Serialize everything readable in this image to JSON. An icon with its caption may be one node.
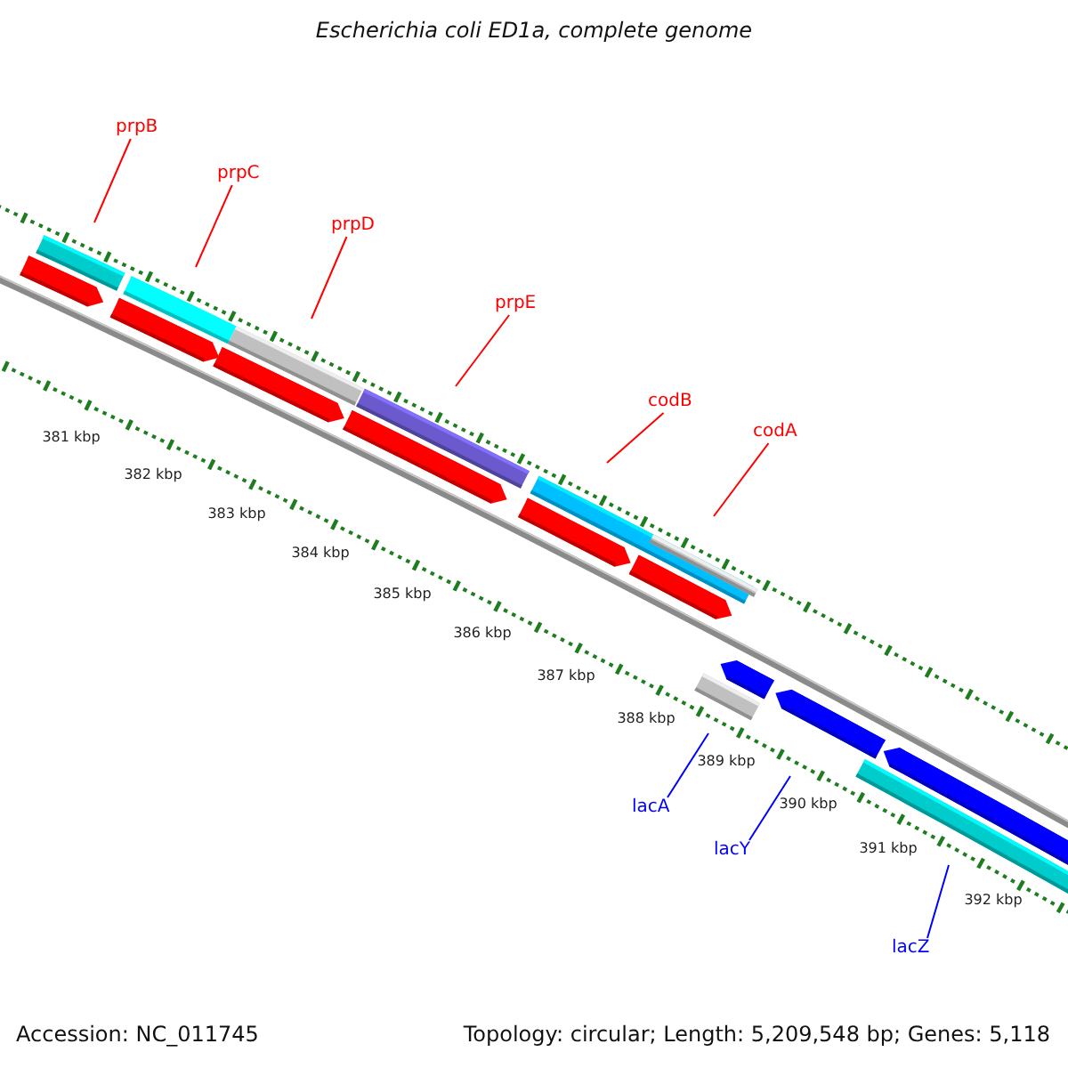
{
  "diagram": {
    "title": "Escherichia coli ED1a, complete genome",
    "nodes": [
      {
        "text": [
          "prpB"
        ]
      },
      {
        "text": [
          "prpC"
        ]
      },
      {
        "text": [
          "prpD"
        ]
      },
      {
        "text": [
          "prpE"
        ]
      },
      {
        "text": [
          "codB"
        ]
      },
      {
        "text": [
          "codA"
        ]
      },
      {
        "text": [
          "lacA"
        ]
      },
      {
        "text": [
          "lacY"
        ]
      },
      {
        "text": [
          "lacZ"
        ]
      }
    ],
    "edges": [
      {
        "from": 0,
        "to": null,
        "arrow": "none"
      },
      {
        "from": 1,
        "to": null,
        "arrow": "none"
      },
      {
        "from": 2,
        "to": null,
        "arrow": "none"
      },
      {
        "from": 3,
        "to": null,
        "arrow": "none"
      },
      {
        "from": 4,
        "to": null,
        "arrow": "none"
      },
      {
        "from": 5,
        "to": null,
        "arrow": "none"
      },
      {
        "from": 6,
        "to": null,
        "arrow": "none",
        "color": "#0000ff"
      },
      {
        "from": 7,
        "to": null,
        "arrow": "none",
        "color": "#0000ff"
      },
      {
        "from": 8,
        "to": null,
        "arrow": "none",
        "color": "#0000ff"
      }
    ],
    "labels": [
      "381 kbp",
      "382 kbp",
      "383 kbp",
      "384 kbp",
      "385 kbp",
      "386 kbp",
      "387 kbp",
      "388 kbp",
      "389 kbp",
      "390 kbp",
      "391 kbp",
      "392 kbp",
      "Accession: NC_011745",
      "Topology: circular; Length: 5,209,548 bp; Genes: 5,118"
    ]
  }
}
